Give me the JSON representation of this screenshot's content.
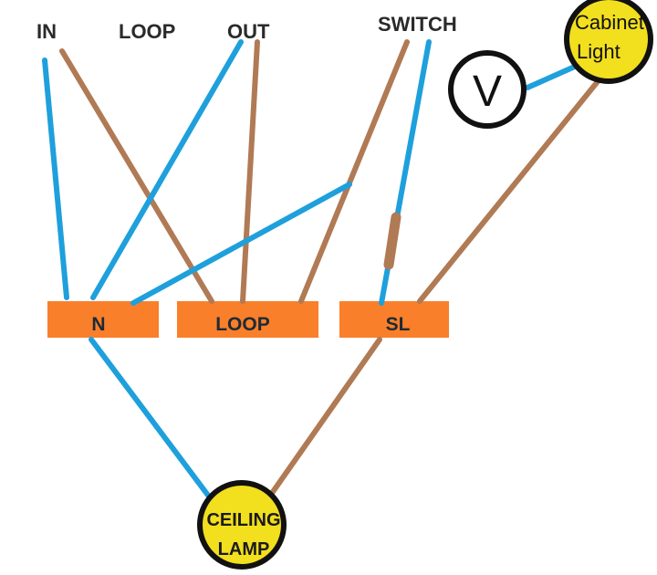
{
  "labels": {
    "in": "IN",
    "loop": "LOOP",
    "out": "OUT",
    "switch": "SWITCH"
  },
  "terminals": {
    "n": "N",
    "loop": "LOOP",
    "sl": "SL"
  },
  "ceiling_lamp": {
    "line1": "CEILING",
    "line2": "LAMP"
  },
  "cabinet_light": {
    "line1": "Cabinet",
    "line2": "Light"
  },
  "voltmeter": {
    "symbol": "V"
  },
  "colors": {
    "blue_wire": "#1ea0dc",
    "brown_wire": "#b07a55",
    "terminal": "#f97f2a",
    "lamp_fill": "#f2df1e",
    "outline": "#111111"
  }
}
